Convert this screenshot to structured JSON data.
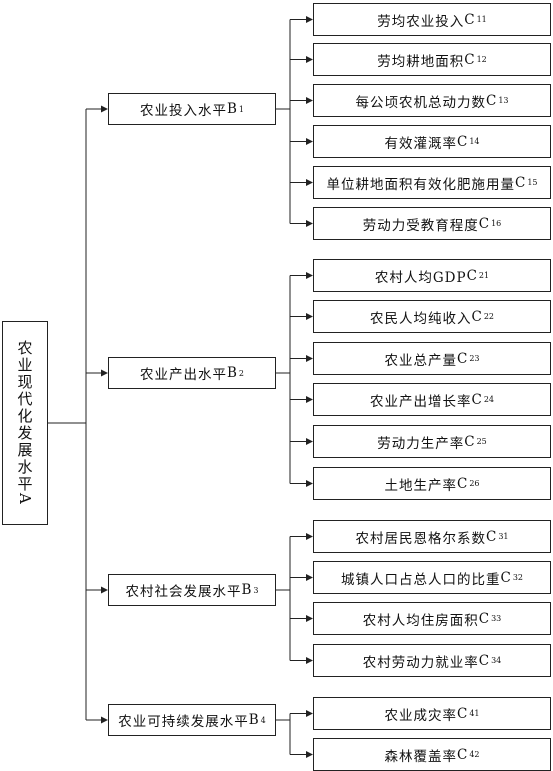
{
  "root": {
    "label": "农业现代化发展水平",
    "code": "A"
  },
  "groups": [
    {
      "label": "农业投入水平",
      "code": "B",
      "sub": "1",
      "items": [
        {
          "label": "劳均农业投入",
          "code": "C",
          "sub": "11"
        },
        {
          "label": "劳均耕地面积",
          "code": "C",
          "sub": "12"
        },
        {
          "label": "每公顷农机总动力数",
          "code": "C",
          "sub": "13"
        },
        {
          "label": "有效灌溉率",
          "code": "C",
          "sub": "14"
        },
        {
          "label": "单位耕地面积有效化肥施用量",
          "code": "C",
          "sub": "15"
        },
        {
          "label": "劳动力受教育程度",
          "code": "C",
          "sub": "16"
        }
      ]
    },
    {
      "label": "农业产出水平",
      "code": "B",
      "sub": "2",
      "items": [
        {
          "label": "农村人均GDP",
          "code": "C",
          "sub": "21"
        },
        {
          "label": "农民人均纯收入",
          "code": "C",
          "sub": "22"
        },
        {
          "label": "农业总产量",
          "code": "C",
          "sub": "23"
        },
        {
          "label": "农业产出增长率",
          "code": "C",
          "sub": "24"
        },
        {
          "label": "劳动力生产率",
          "code": "C",
          "sub": "25"
        },
        {
          "label": "土地生产率",
          "code": "C",
          "sub": "26"
        }
      ]
    },
    {
      "label": "农村社会发展水平",
      "code": "B",
      "sub": "3",
      "items": [
        {
          "label": "农村居民恩格尔系数",
          "code": "C",
          "sub": "31"
        },
        {
          "label": "城镇人口占总人口的比重",
          "code": "C",
          "sub": "32"
        },
        {
          "label": "农村人均住房面积",
          "code": "C",
          "sub": "33"
        },
        {
          "label": "农村劳动力就业率",
          "code": "C",
          "sub": "34"
        }
      ]
    },
    {
      "label": "农业可持续发展水平",
      "code": "B",
      "sub": "4",
      "items": [
        {
          "label": "农业成灾率",
          "code": "C",
          "sub": "41"
        },
        {
          "label": "森林覆盖率",
          "code": "C",
          "sub": "42"
        }
      ]
    }
  ]
}
